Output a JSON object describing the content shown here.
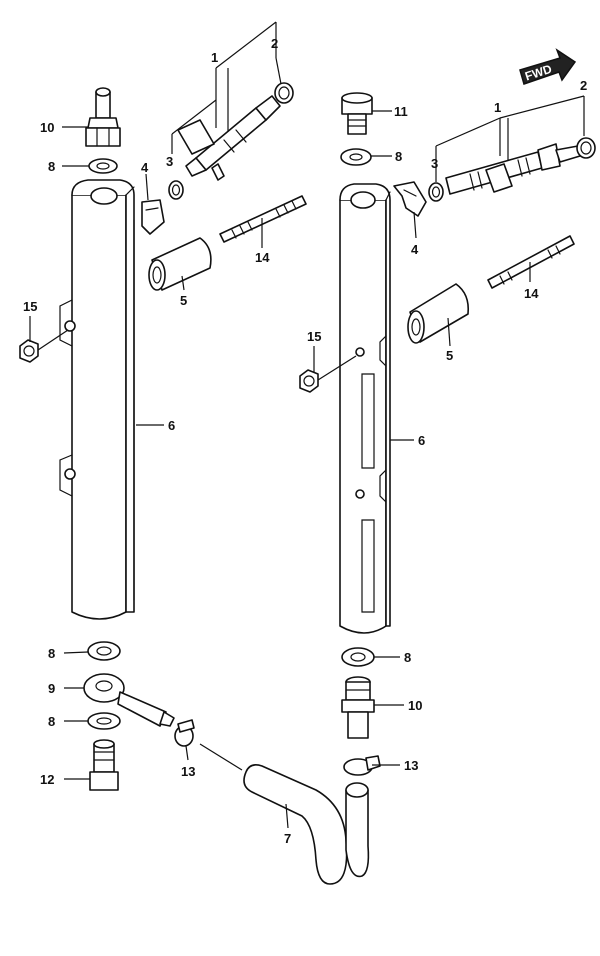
{
  "fwd_label": "FWD",
  "callouts": {
    "l1": "1",
    "l2": "2",
    "l3": "3",
    "l4": "4",
    "l5": "5",
    "l6": "6",
    "l7": "7",
    "l8a": "8",
    "l8b": "8",
    "l8c": "8",
    "l9": "9",
    "l10": "10",
    "l12": "12",
    "l13": "13",
    "l14": "14",
    "l15": "15",
    "r1": "1",
    "r2": "2",
    "r3": "3",
    "r4": "4",
    "r5": "5",
    "r6": "6",
    "r8a": "8",
    "r8b": "8",
    "r10": "10",
    "r11": "11",
    "r13": "13",
    "r14": "14",
    "r15": "15"
  }
}
